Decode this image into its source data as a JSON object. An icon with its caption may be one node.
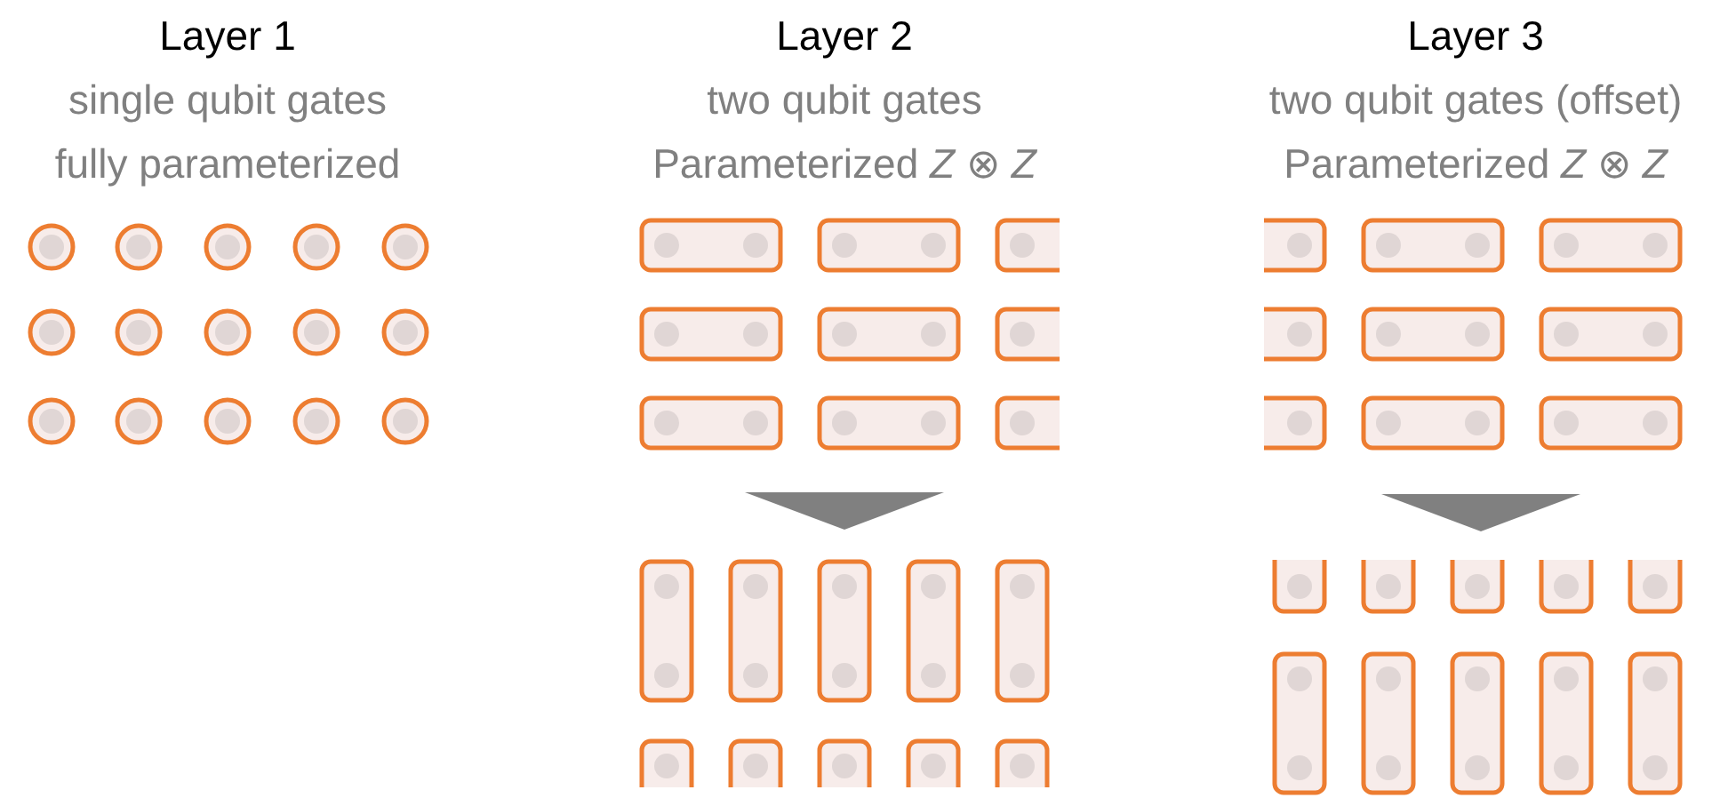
{
  "diagram": {
    "labels": [
      "Layer 1",
      "single qubit gates",
      "fully parameterized",
      "Layer 2",
      "two qubit gates",
      "Parameterized *Z* ⊗ *Z*",
      "Layer 3",
      "two qubit gates (offset)",
      "Parameterized *Z* ⊗ *Z*"
    ]
  }
}
